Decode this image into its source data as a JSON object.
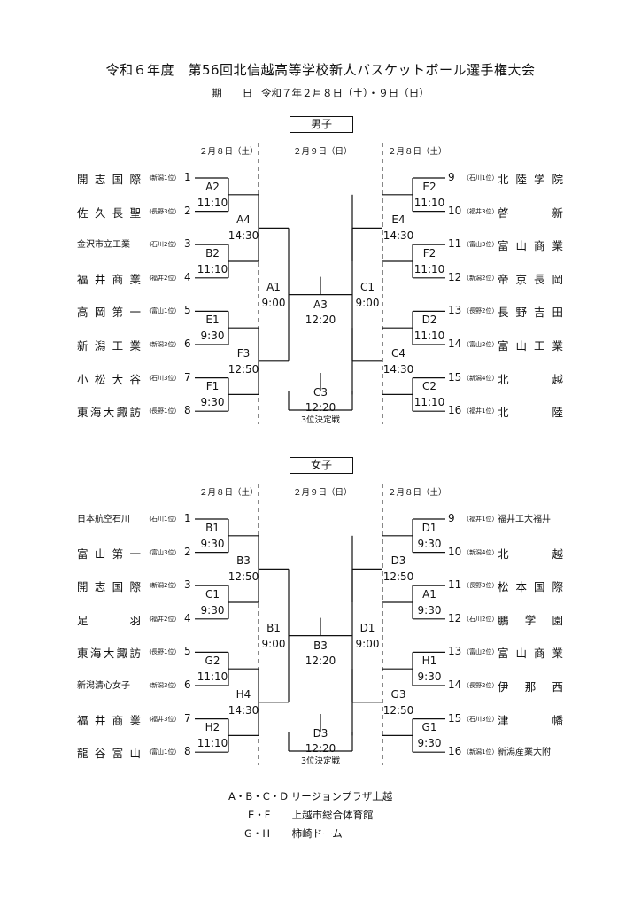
{
  "title": "令和６年度　第56回北信越高等学校新人バスケットボール選手権大会",
  "date_label": "期　　日",
  "date_value": "令和７年２月８日（土）・９日（日）",
  "day1_label": "２月８日（土）",
  "day2_label": "２月９日（日）",
  "third_place_label": "3位決定戦",
  "boys": {
    "section_label": "男子",
    "left_teams": [
      {
        "seed": "1",
        "name": "開志国際",
        "rank": "（新潟1位）",
        "small": false
      },
      {
        "seed": "2",
        "name": "佐久長聖",
        "rank": "（長野3位）",
        "small": false
      },
      {
        "seed": "3",
        "name": "金沢市立工業",
        "rank": "（石川2位）",
        "small": true
      },
      {
        "seed": "4",
        "name": "福井商業",
        "rank": "（福井2位）",
        "small": false
      },
      {
        "seed": "5",
        "name": "高岡第一",
        "rank": "（富山1位）",
        "small": false
      },
      {
        "seed": "6",
        "name": "新潟工業",
        "rank": "（新潟3位）",
        "small": false
      },
      {
        "seed": "7",
        "name": "小松大谷",
        "rank": "（石川3位）",
        "small": false
      },
      {
        "seed": "8",
        "name": "東海大諏訪",
        "rank": "（長野1位）",
        "small": false
      }
    ],
    "right_teams": [
      {
        "seed": "9",
        "name": "北陸学院",
        "rank": "（石川1位）",
        "small": false
      },
      {
        "seed": "10",
        "name": "啓　新",
        "rank": "（福井3位）",
        "small": false
      },
      {
        "seed": "11",
        "name": "富山商業",
        "rank": "（富山3位）",
        "small": false
      },
      {
        "seed": "12",
        "name": "帝京長岡",
        "rank": "（新潟2位）",
        "small": false
      },
      {
        "seed": "13",
        "name": "長野吉田",
        "rank": "（長野2位）",
        "small": false
      },
      {
        "seed": "14",
        "name": "富山工業",
        "rank": "（富山2位）",
        "small": false
      },
      {
        "seed": "15",
        "name": "北　越",
        "rank": "（新潟4位）",
        "small": false
      },
      {
        "seed": "16",
        "name": "北　陸",
        "rank": "（福井1位）",
        "small": false
      }
    ],
    "left_r1": [
      {
        "code": "A2",
        "time": "11:10"
      },
      {
        "code": "B2",
        "time": "11:10"
      },
      {
        "code": "E1",
        "time": "9:30"
      },
      {
        "code": "F1",
        "time": "9:30"
      }
    ],
    "right_r1": [
      {
        "code": "E2",
        "time": "11:10"
      },
      {
        "code": "F2",
        "time": "11:10"
      },
      {
        "code": "D2",
        "time": "11:10"
      },
      {
        "code": "C2",
        "time": "11:10"
      }
    ],
    "left_r2": [
      {
        "code": "A4",
        "time": "14:30"
      },
      {
        "code": "F3",
        "time": "12:50"
      }
    ],
    "right_r2": [
      {
        "code": "E4",
        "time": "14:30"
      },
      {
        "code": "C4",
        "time": "14:30"
      }
    ],
    "left_semi": {
      "code": "A1",
      "time": "9:00"
    },
    "right_semi": {
      "code": "C1",
      "time": "9:00"
    },
    "final": {
      "code": "A3",
      "time": "12:20"
    },
    "third": {
      "code": "C3",
      "time": "12:20"
    }
  },
  "girls": {
    "section_label": "女子",
    "left_teams": [
      {
        "seed": "1",
        "name": "日本航空石川",
        "rank": "（石川1位）",
        "small": true
      },
      {
        "seed": "2",
        "name": "富山第一",
        "rank": "（富山3位）",
        "small": false
      },
      {
        "seed": "3",
        "name": "開志国際",
        "rank": "（新潟2位）",
        "small": false
      },
      {
        "seed": "4",
        "name": "足　羽",
        "rank": "（福井2位）",
        "small": false
      },
      {
        "seed": "5",
        "name": "東海大諏訪",
        "rank": "（長野1位）",
        "small": false
      },
      {
        "seed": "6",
        "name": "新潟清心女子",
        "rank": "（新潟3位）",
        "small": true
      },
      {
        "seed": "7",
        "name": "福井商業",
        "rank": "（福井3位）",
        "small": false
      },
      {
        "seed": "8",
        "name": "龍谷富山",
        "rank": "（富山1位）",
        "small": false
      }
    ],
    "right_teams": [
      {
        "seed": "9",
        "name": "福井工大福井",
        "rank": "（福井1位）",
        "small": true
      },
      {
        "seed": "10",
        "name": "北　越",
        "rank": "（新潟4位）",
        "small": false
      },
      {
        "seed": "11",
        "name": "松本国際",
        "rank": "（長野3位）",
        "small": false
      },
      {
        "seed": "12",
        "name": "鵬学園",
        "rank": "（石川2位）",
        "small": false
      },
      {
        "seed": "13",
        "name": "富山商業",
        "rank": "（富山2位）",
        "small": false
      },
      {
        "seed": "14",
        "name": "伊那西",
        "rank": "（長野2位）",
        "small": false
      },
      {
        "seed": "15",
        "name": "津　幡",
        "rank": "（石川3位）",
        "small": false
      },
      {
        "seed": "16",
        "name": "新潟産業大附",
        "rank": "（新潟1位）",
        "small": true
      }
    ],
    "left_r1": [
      {
        "code": "B1",
        "time": "9:30"
      },
      {
        "code": "C1",
        "time": "9:30"
      },
      {
        "code": "G2",
        "time": "11:10"
      },
      {
        "code": "H2",
        "time": "11:10"
      }
    ],
    "right_r1": [
      {
        "code": "D1",
        "time": "9:30"
      },
      {
        "code": "A1",
        "time": "9:30"
      },
      {
        "code": "H1",
        "time": "9:30"
      },
      {
        "code": "G1",
        "time": "9:30"
      }
    ],
    "left_r2": [
      {
        "code": "B3",
        "time": "12:50"
      },
      {
        "code": "H4",
        "time": "14:30"
      }
    ],
    "right_r2": [
      {
        "code": "D3",
        "time": "12:50"
      },
      {
        "code": "G3",
        "time": "12:50"
      }
    ],
    "left_semi": {
      "code": "B1",
      "time": "9:00"
    },
    "right_semi": {
      "code": "D1",
      "time": "9:00"
    },
    "final": {
      "code": "B3",
      "time": "12:20"
    },
    "third": {
      "code": "D3",
      "time": "12:20"
    }
  },
  "venues": [
    {
      "codes": "A・B・C・D",
      "name": "リージョンプラザ上越"
    },
    {
      "codes": "E・F",
      "name": "上越市総合体育館"
    },
    {
      "codes": "G・H",
      "name": "柿崎ドーム"
    }
  ]
}
